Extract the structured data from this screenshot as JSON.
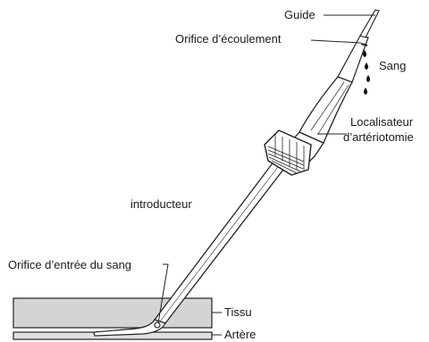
{
  "labels": {
    "guide": "Guide",
    "orifice_ecoulement": "Orifice d’écoulement",
    "sang": "Sang",
    "localisateur_1": "Localisateur",
    "localisateur_2": "d’artériotomie",
    "introducteur": "introducteur",
    "orifice_entree": "Orifice d’entrée du sang",
    "tissu": "Tissu",
    "artere": "Artère"
  },
  "colors": {
    "line": "#222222",
    "tissue_fill": "#d4d4d4",
    "artery_fill": "#e0e0e0",
    "body_fill": "#ffffff",
    "blood": "#111111"
  }
}
